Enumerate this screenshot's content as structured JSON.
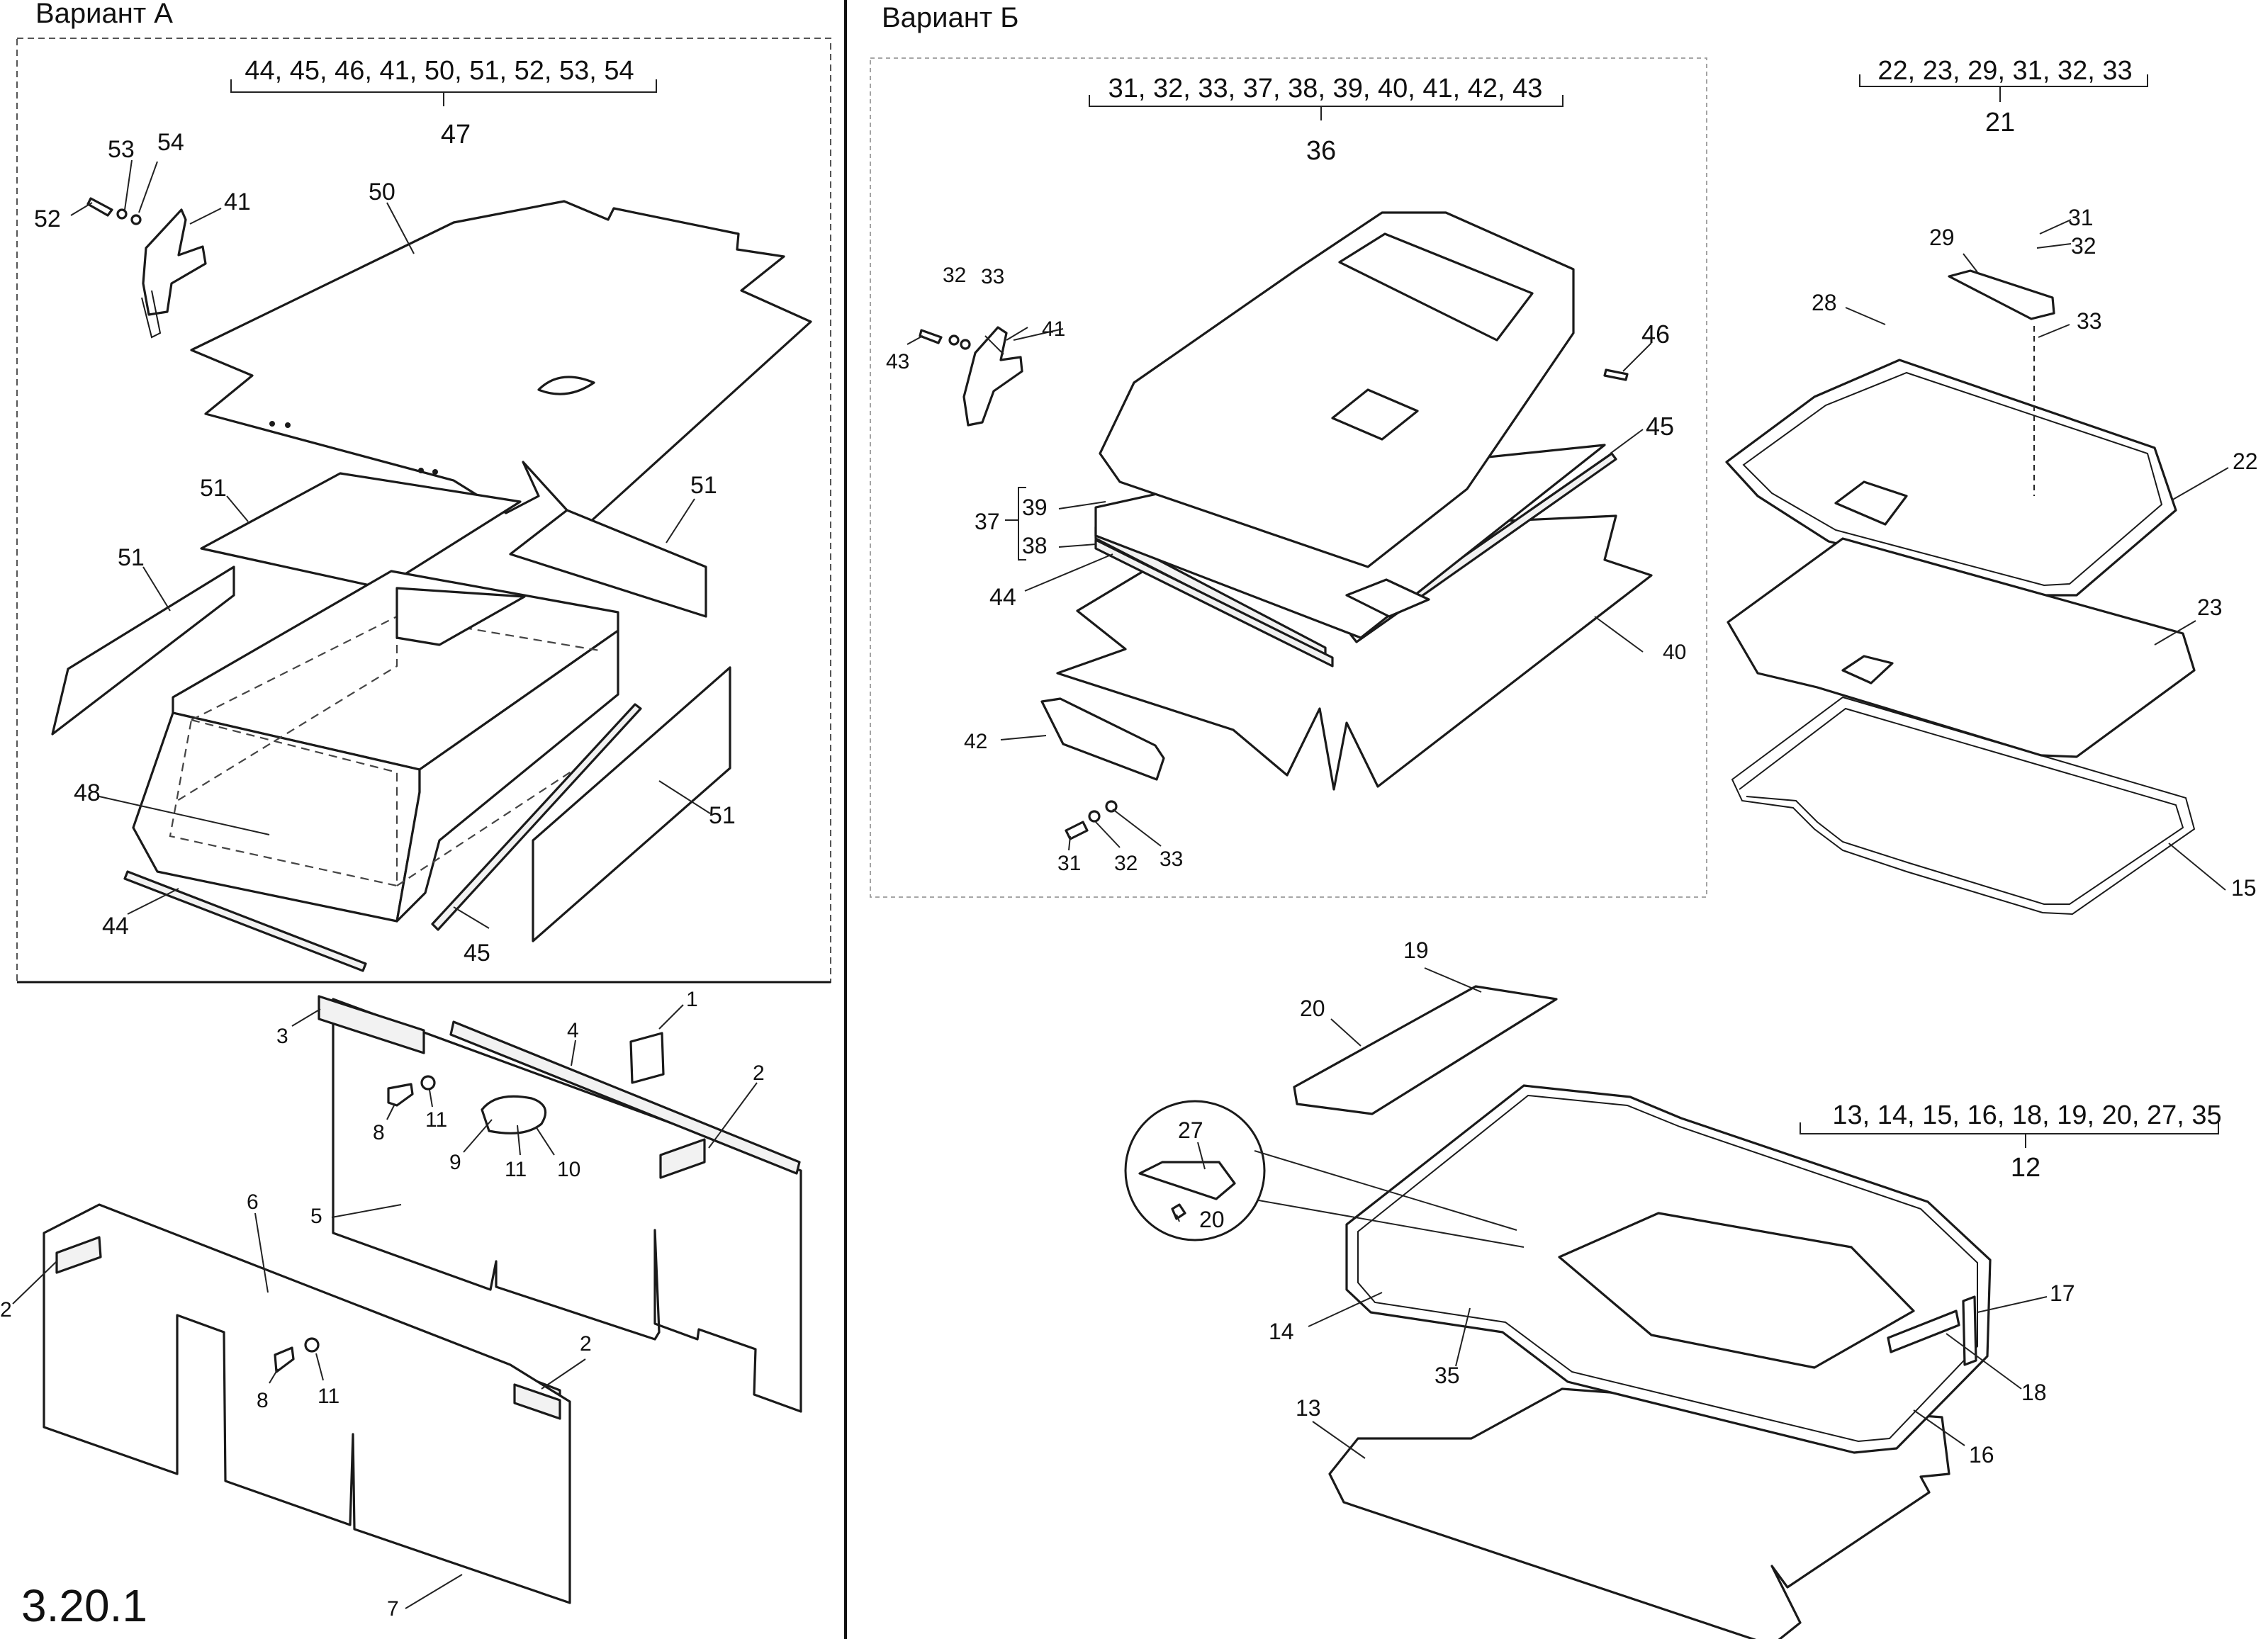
{
  "page_number": "3.20.1",
  "variants": [
    {
      "title": "Вариант А"
    },
    {
      "title": "Вариант Б"
    }
  ],
  "assembly_groups": [
    {
      "assembly": "47",
      "contents": "44, 45, 46, 41, 50, 51, 52, 53, 54"
    },
    {
      "assembly": "36",
      "contents": "31, 32, 33, 37, 38, 39, 40, 41, 42, 43"
    },
    {
      "assembly": "21",
      "contents": "22, 23,  29, 31, 32, 33"
    },
    {
      "assembly": "12",
      "contents": "13, 14, 15, 16, 18, 19, 20, 27, 35"
    }
  ],
  "subgroup": {
    "label": "37",
    "contents": [
      "39",
      "38"
    ]
  },
  "part_labels": [
    "53",
    "54",
    "52",
    "41",
    "50",
    "51",
    "51",
    "51",
    "48",
    "51",
    "44",
    "45",
    "3",
    "4",
    "1",
    "2",
    "8",
    "11",
    "9",
    "11",
    "10",
    "5",
    "6",
    "2",
    "8",
    "11",
    "2",
    "7",
    "32",
    "33",
    "43",
    "41",
    "46",
    "45",
    "39",
    "38",
    "37",
    "44",
    "40",
    "42",
    "31",
    "32",
    "33",
    "31",
    "32",
    "29",
    "28",
    "33",
    "22",
    "23",
    "15",
    "19",
    "20",
    "27",
    "20",
    "14",
    "35",
    "17",
    "18",
    "16",
    "13"
  ]
}
